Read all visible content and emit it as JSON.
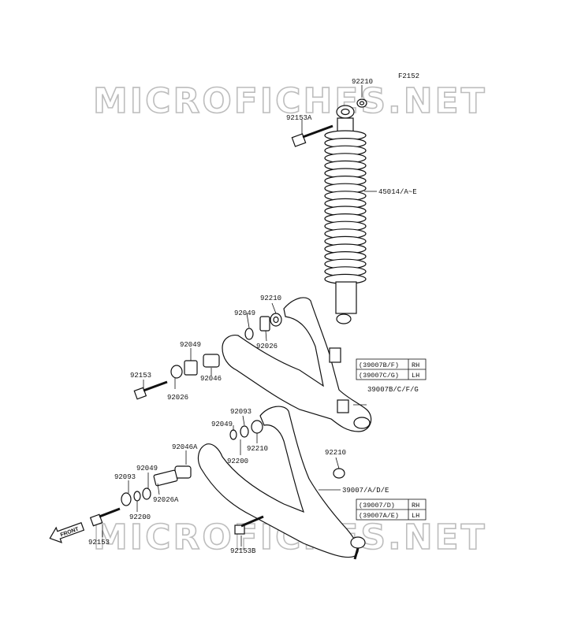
{
  "figure_code": "F2152",
  "watermark": "MICROFICHES.NET",
  "front_label": "FRONT",
  "parts": {
    "p92210_top": "92210",
    "p92153A": "92153A",
    "p45014": "45014/A~E",
    "p92210_ua": "92210",
    "p92049_ua_r": "92049",
    "p92026_ua_r": "92026",
    "p92049_ua_l": "92049",
    "p92153": "92153",
    "p92046": "92046",
    "p92026": "92026",
    "p39007BCFG": "39007B/C/F/G",
    "p92093_la_r": "92093",
    "p92049_la_r": "92049",
    "p92210_la_r": "92210",
    "p92200_la_r": "92200",
    "p92046A": "92046A",
    "p92049_la_l": "92049",
    "p92093_la_l": "92093",
    "p92026A": "92026A",
    "p92200_la_l": "92200",
    "p92210_la_mid": "92210",
    "p39007ADE": "39007/A/D/E",
    "p92153_bottom": "92153",
    "p92153B": "92153B"
  },
  "upper_table": [
    {
      "part": "(39007B/F)",
      "side": "RH"
    },
    {
      "part": "(39007C/G)",
      "side": "LH"
    }
  ],
  "lower_table": [
    {
      "part": "(39007/D)",
      "side": "RH"
    },
    {
      "part": "(39007A/E)",
      "side": "LH"
    }
  ]
}
